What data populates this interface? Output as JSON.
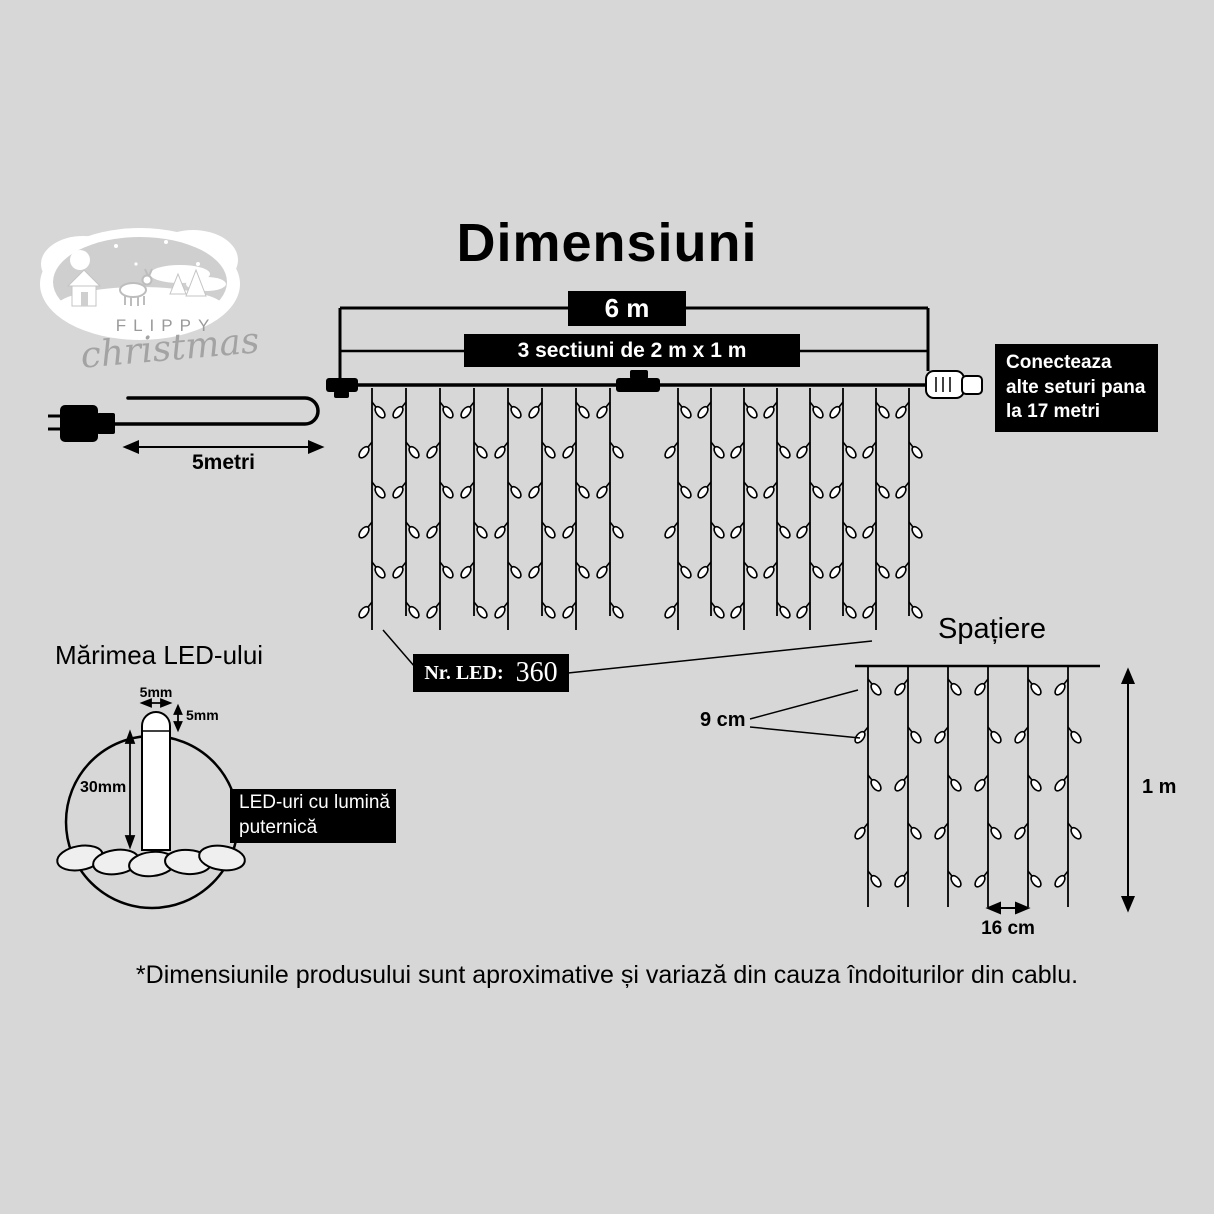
{
  "title": "Dimensiuni",
  "logo": {
    "brand_top": "FLIPPY",
    "brand_bottom": "christmas"
  },
  "colors": {
    "background": "#d7d7d7",
    "box_bg": "#000000",
    "box_text": "#ffffff"
  },
  "dimensions": {
    "total_length": "6 m",
    "sections": "3 sectiuni de 2 m x 1 m",
    "connect_note_lines": [
      "Conecteaza",
      "alte seturi pana",
      "la 17 metri"
    ],
    "lead_cable": "5metri",
    "led_count_label": "Nr. LED:",
    "led_count_value": "360"
  },
  "spacing": {
    "title": "Spațiere",
    "vertical_gap": "9 cm",
    "height": "1 m",
    "horizontal_gap": "16 cm"
  },
  "led_size": {
    "title": "Mărimea LED-ului",
    "width": "5mm",
    "cap": "5mm",
    "height": "30mm",
    "note_lines": [
      "LED-uri cu lumină",
      "puternică"
    ]
  },
  "footnote": "*Dimensiunile produsului sunt aproximative și variază din cauza îndoiturilor din cablu."
}
